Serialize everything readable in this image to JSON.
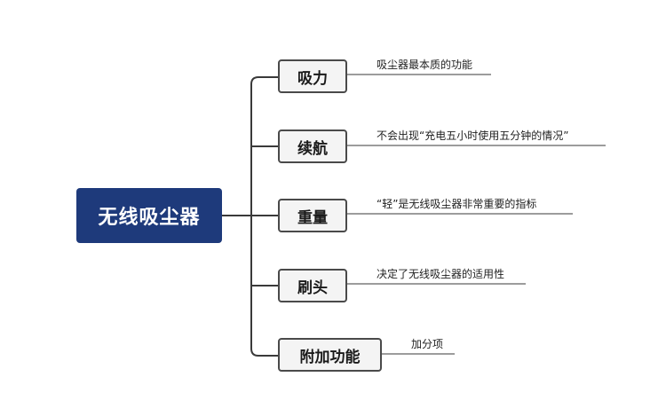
{
  "root": {
    "label": "无线吸尘器"
  },
  "branches": [
    {
      "label": "吸力",
      "note": "吸尘器最本质的功能"
    },
    {
      "label": "续航",
      "note": "不会出现“充电五小时使用五分钟的情况”"
    },
    {
      "label": "重量",
      "note": "“轻”是无线吸尘器非常重要的指标"
    },
    {
      "label": "刷头",
      "note": "决定了无线吸尘器的适用性"
    },
    {
      "label": "附加功能",
      "note": "加分项"
    }
  ],
  "colors": {
    "root_fill": "#1e3a7b",
    "root_text": "#ffffff",
    "branch_fill": "#f4f4f4",
    "branch_border": "#4a4a4a",
    "connector": "#3a3a3a"
  }
}
